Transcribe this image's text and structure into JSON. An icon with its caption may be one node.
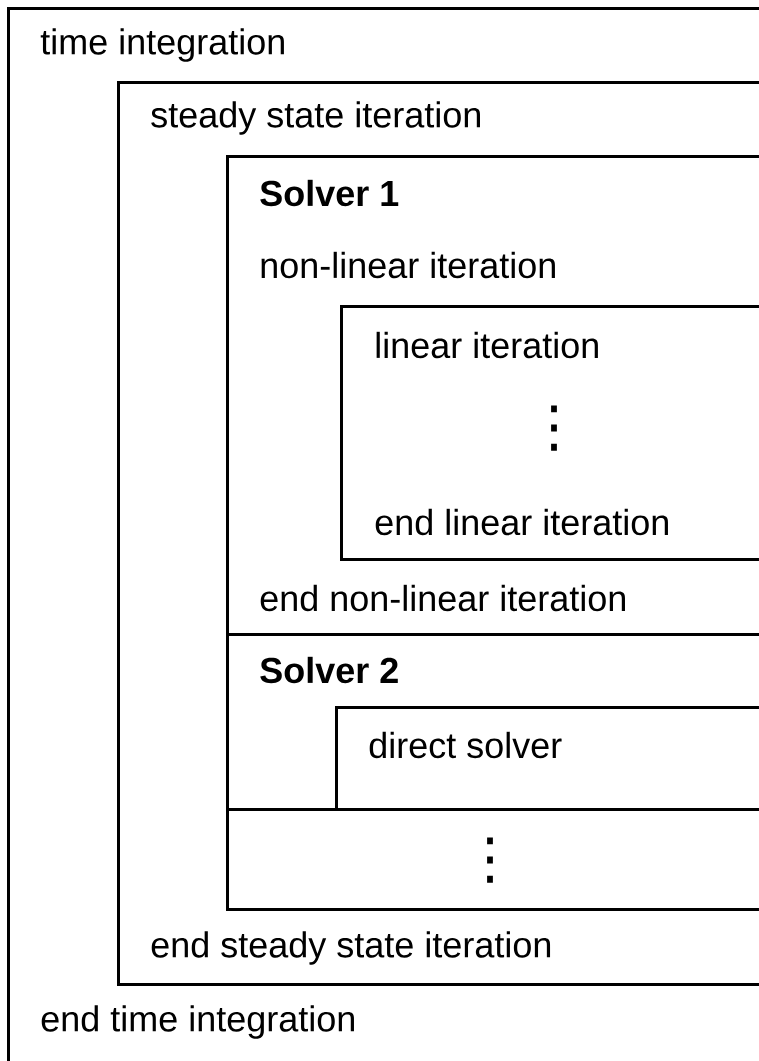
{
  "diagram": {
    "nodes": [
      {
        "text": [
          "time integration",
          "end time integration"
        ]
      },
      {
        "text": [
          "steady state iteration",
          "end steady state iteration"
        ],
        "in": 0
      },
      {
        "text": [
          "Solver 1",
          "non-linear iteration",
          "end non-linear iteration"
        ],
        "in": 1
      },
      {
        "text": [
          "linear iteration",
          "⋮",
          "end linear iteration"
        ],
        "in": 2
      },
      {
        "text": [
          "Solver 2"
        ],
        "in": 1
      },
      {
        "text": [
          "direct solver"
        ],
        "in": 4
      },
      {
        "text": [
          "⋮"
        ],
        "in": 1
      }
    ]
  }
}
